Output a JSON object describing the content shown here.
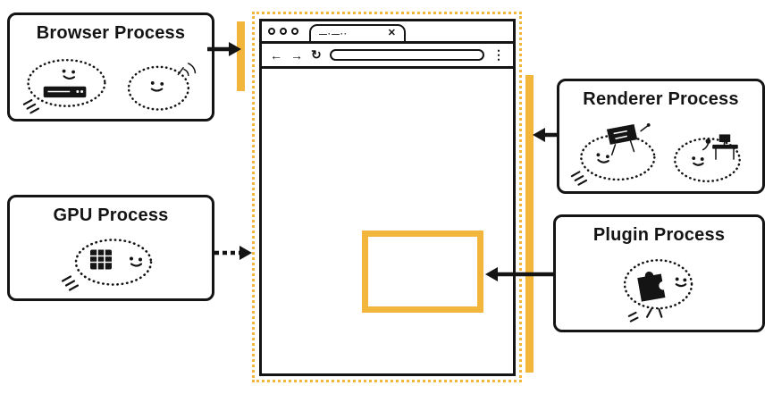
{
  "colors": {
    "accent": "#F2B63D",
    "ink": "#141414"
  },
  "boxes": {
    "browser": {
      "label": "Browser Process"
    },
    "renderer": {
      "label": "Renderer Process"
    },
    "gpu": {
      "label": "GPU Process"
    },
    "plugin": {
      "label": "Plugin Process"
    }
  },
  "window": {
    "tab_title_scribble": "—·—··",
    "tab_close": "✕",
    "nav_back": "←",
    "nav_forward": "→",
    "nav_reload": "↻",
    "nav_menu": "⋮"
  }
}
